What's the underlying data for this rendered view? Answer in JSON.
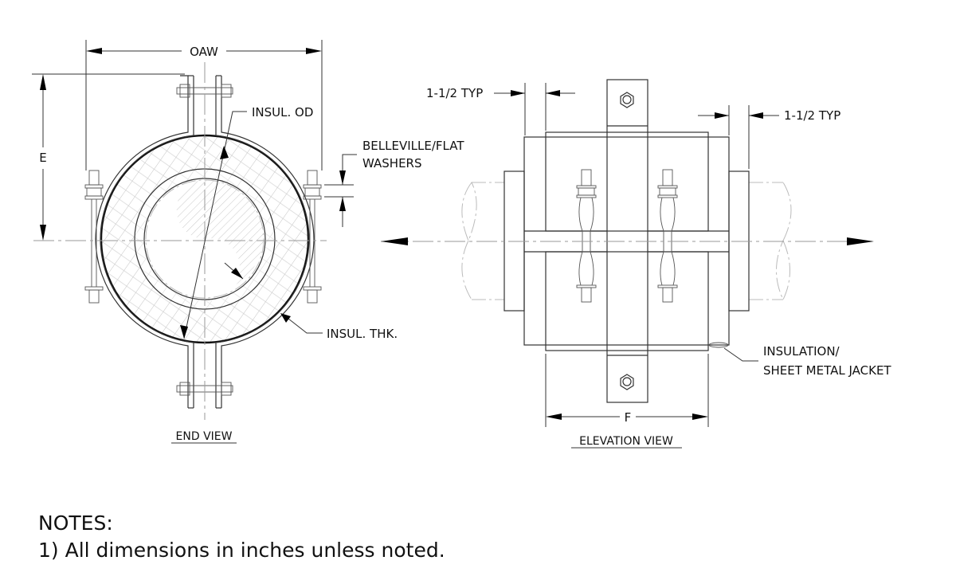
{
  "end_view": {
    "title": "END VIEW",
    "dimensions": {
      "overall_width": "OAW",
      "height": "E"
    },
    "callouts": {
      "insulation_od": "INSUL. OD",
      "washers_line1": "BELLEVILLE/FLAT",
      "washers_line2": "WASHERS",
      "insulation_thickness": "INSUL. THK."
    }
  },
  "elevation_view": {
    "title": "ELEVATION VIEW",
    "dimensions": {
      "length": "F",
      "left_offset": "1-1/2 TYP",
      "right_offset": "1-1/2 TYP"
    },
    "callouts": {
      "jacket_line1": "INSULATION/",
      "jacket_line2": "SHEET METAL JACKET"
    }
  },
  "notes": {
    "heading": "NOTES:",
    "items": [
      "1) All dimensions in inches unless noted."
    ]
  }
}
